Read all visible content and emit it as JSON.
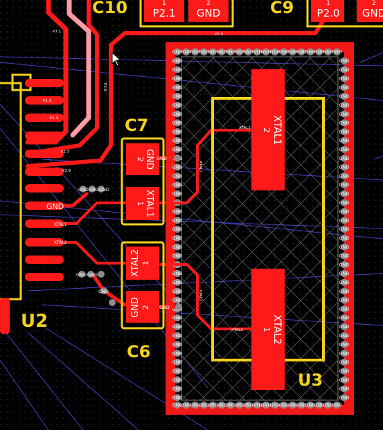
{
  "designators": {
    "c10": "C10",
    "c9": "C9",
    "c7": "C7",
    "c6": "C6",
    "u2": "U2",
    "u3": "U3"
  },
  "pads": {
    "top_p21": "P2.1",
    "top_gnd": "GND",
    "top_p20": "P2.0",
    "top_gnd2": "GND",
    "top_1a": "1",
    "top_2a": "2",
    "top_1b": "1",
    "top_2b": "2",
    "c7_gnd": "GND",
    "c7_p2": "2",
    "c7_xtal1": "XTAL1",
    "c7_p1": "1",
    "c6_xtal2": "XTAL2",
    "c6_p1": "1",
    "c6_gnd": "GND",
    "c6_p2": "2",
    "xtal1_pad": "XTAL1",
    "xtal1_num": "2",
    "xtal2_pad": "XTAL2",
    "xtal2_num": "1"
  },
  "nets": {
    "p71": "P7.1",
    "p28": "P2.8",
    "p20": "P2.0",
    "p11": "P1.1",
    "p13": "P1.3",
    "p27": "P2.7",
    "p29": "P2.9",
    "gnd_u2": "GND",
    "xtal1": "XTAL1",
    "xtal2": "XTAL2",
    "gnd_a": "GND",
    "gnd_b": "GND",
    "gnd_c": "GND",
    "gnd_d": "GND",
    "gnd_e": "GND",
    "gnd_f": "GND",
    "gnd_g": "GND",
    "gnd_h": "GND",
    "xtal1_trace": "XTAL1",
    "xtal2_trace": "XTAL2",
    "xtal1_vert": "XTAL1",
    "xtal2_vert": "XTAL2"
  },
  "via_label": "GND",
  "colors": {
    "copper": "#ff1a1a",
    "copper_highlight": "#ff9aa6",
    "silkscreen": "#f2d21b",
    "via": "#8c8c8c",
    "ratsnest": "#4b4bd8",
    "background": "#000000"
  }
}
